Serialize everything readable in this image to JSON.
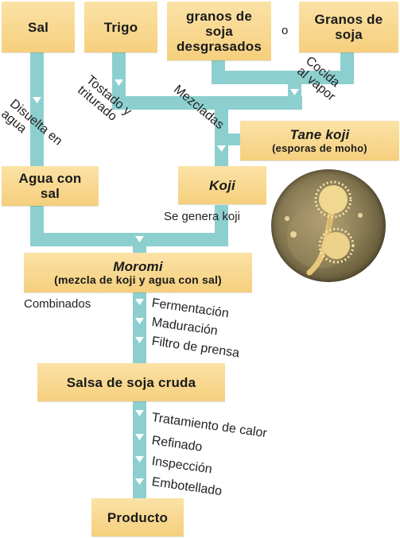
{
  "colors": {
    "flow": "#8dcfcf",
    "box_fill": "#f8d88e",
    "text": "#1a1a1a",
    "micro_bg": "#8a7c55",
    "spore": "#f0d890"
  },
  "boxes": {
    "sal": "Sal",
    "trigo": "Trigo",
    "granos_desgrasados": [
      "granos de",
      "soja",
      "desgrasados"
    ],
    "granos_soja": [
      "Granos de",
      "soja"
    ],
    "agua_con_sal": [
      "Agua con",
      "sal"
    ],
    "koji": "Koji",
    "tane_koji": {
      "title": "Tane koji",
      "subtitle": "(esporas de moho)"
    },
    "moromi": {
      "title": "Moromi",
      "subtitle": "(mezcla de koji y agua con sal)"
    },
    "salsa_cruda": "Salsa de soja cruda",
    "producto": "Producto"
  },
  "labels": {
    "o": "o",
    "cocida": [
      "Cocida",
      "al vapor"
    ],
    "disuelta": [
      "Disuelta en",
      "agua"
    ],
    "tostado": [
      "Tostado y",
      "triturado"
    ],
    "mezcladas": "Mezcladas",
    "se_genera_koji": "Se genera koji",
    "combinados": "Combinados",
    "fermentacion": "Fermentación",
    "maduracion": "Maduración",
    "filtro": "Filtro de prensa",
    "tratamiento": "Tratamiento de calor",
    "refinado": "Refinado",
    "inspeccion": "Inspección",
    "embotellado": "Embotellado"
  }
}
